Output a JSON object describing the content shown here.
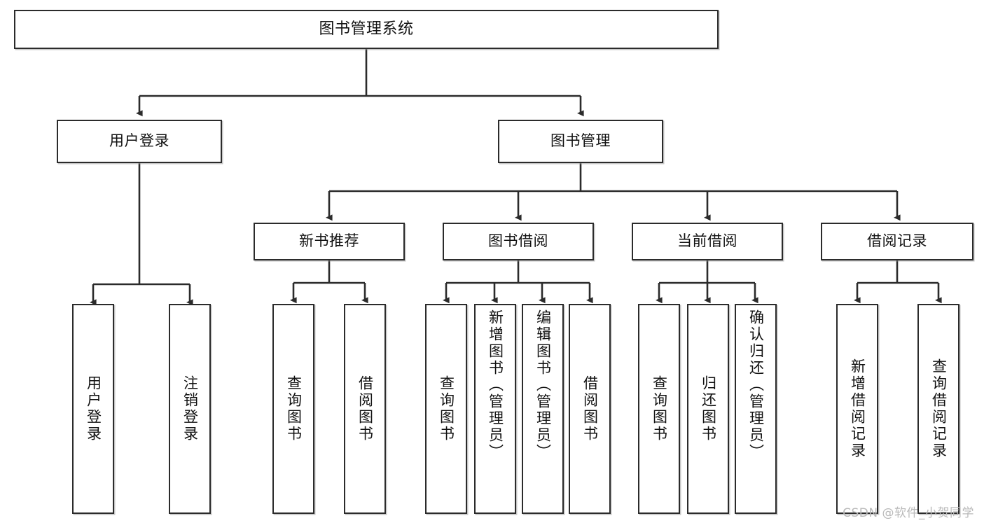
{
  "diagram": {
    "type": "tree",
    "title": "图书管理系统",
    "watermark": "CSDN @软件_小贺同学",
    "levels": {
      "root": {
        "label": "图书管理系统"
      },
      "level2": [
        {
          "label": "用户登录"
        },
        {
          "label": "图书管理"
        }
      ],
      "level3": [
        {
          "label": "新书推荐"
        },
        {
          "label": "图书借阅"
        },
        {
          "label": "当前借阅"
        },
        {
          "label": "借阅记录"
        }
      ]
    },
    "leaves": {
      "user_login": [
        {
          "label": "用户登录"
        },
        {
          "label": "注销登录"
        }
      ],
      "new_book_recommend": [
        {
          "label": "查询图书"
        },
        {
          "label": "借阅图书"
        }
      ],
      "book_borrow": [
        {
          "label": "查询图书"
        },
        {
          "label": "新增图书（管理员）"
        },
        {
          "label": "编辑图书（管理员）"
        },
        {
          "label": "借阅图书"
        }
      ],
      "current_borrow": [
        {
          "label": "查询图书"
        },
        {
          "label": "归还图书"
        },
        {
          "label": "确认归还（管理员）"
        }
      ],
      "borrow_record": [
        {
          "label": "新增借阅记录"
        },
        {
          "label": "查询借阅记录"
        }
      ]
    },
    "colors": {
      "stroke": "#2b2b2b",
      "fill": "#ffffff",
      "text": "#111111",
      "watermark": "#b9b9b9"
    }
  }
}
